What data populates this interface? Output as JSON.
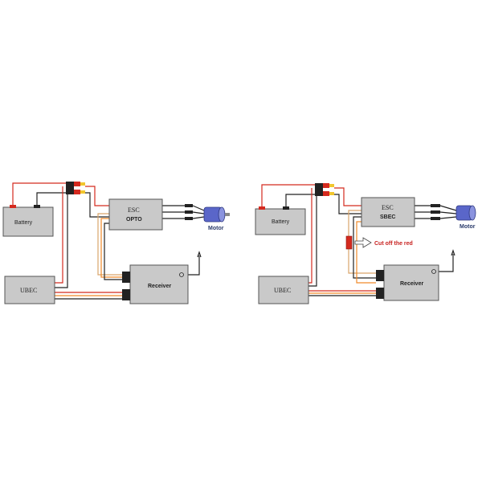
{
  "diagrams": [
    {
      "battery": "Battery",
      "esc_line1": "ESC",
      "esc_line2": "OPTO",
      "receiver": "Receiver",
      "ubec": "UBEC",
      "motor": "Motor"
    },
    {
      "battery": "Battery",
      "esc_line1": "ESC",
      "esc_line2": "SBEC",
      "receiver": "Receiver",
      "ubec": "UBEC",
      "motor": "Motor",
      "cut_note": "Cut off the red"
    }
  ],
  "colors": {
    "box_fill": "#c9c9c9",
    "wire_red": "#d42a1f",
    "wire_black": "#222222",
    "wire_orange": "#f08a2a",
    "wire_tan": "#d9a56a",
    "motor_blue": "#5a66c9",
    "connector_yellow": "#f2c62e"
  }
}
